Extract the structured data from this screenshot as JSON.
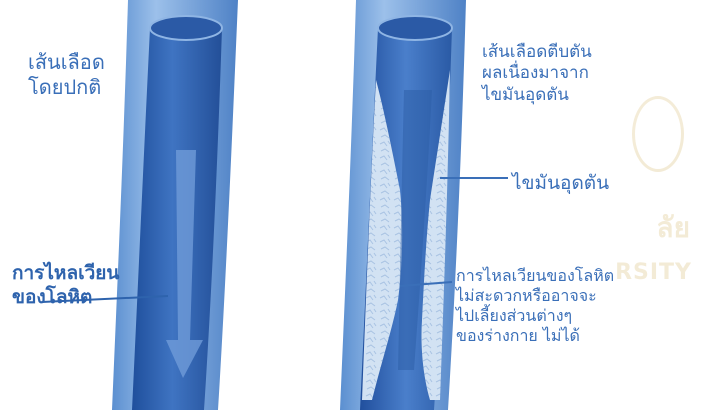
{
  "normal_vessel": {
    "lines": [
      "เส้นเลือด",
      "โดยปกติ"
    ]
  },
  "normal_flow": {
    "lines": [
      "การไหลเวียน",
      "ของโลหิต"
    ]
  },
  "blocked_vessel": {
    "lines": [
      "เส้นเลือดตีบตัน",
      "ผลเนื่องมาจาก",
      "ไขมันอุดตัน"
    ]
  },
  "plaque": {
    "label": "ไขมันอุดตัน"
  },
  "blocked_flow": {
    "lines": [
      "การไหลเวียนของโลหิต",
      "ไม่สะดวกหรืออาจจะ",
      "ไปเลี้ยงส่วนต่างๆ",
      "ของร่างกาย ไม่ได้"
    ]
  },
  "watermark": {
    "line1": "ลัย",
    "line2": "RSITY"
  },
  "colors": {
    "vessel_wall": "#7fa9de",
    "vessel_lumen": "#2f62b4",
    "plaque": "#d3e3f3",
    "label": "#3a6fb8"
  }
}
